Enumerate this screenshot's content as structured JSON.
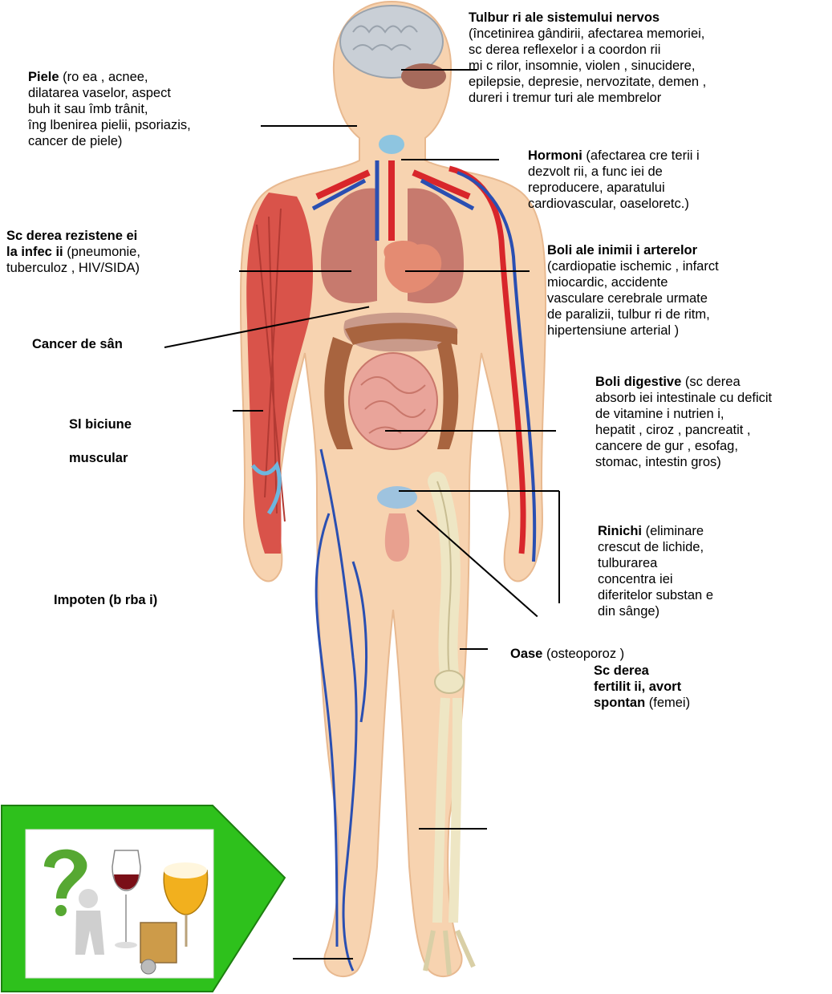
{
  "labels": {
    "nervous": {
      "title": "Tulbur   ri ale sistemului nervos",
      "lines": [
        "(încetinirea gândirii, afectarea memoriei,",
        "sc   derea reflexelor   i a coordon   rii",
        "mi  c   rilor, insomnie, violen   , sinucidere,",
        "epilepsie, depresie, nervozitate, demen   ,",
        "dureri   i tremur   turi ale membrelor"
      ]
    },
    "skin": {
      "title": "Piele",
      "first_rest": " (ro  ea   , acnee,",
      "lines": [
        "dilatarea vaselor,  aspect",
        "buh  it sau îmb  trânit,",
        "îng  lbenirea pielii, psoriazis,",
        "cancer de piele)"
      ]
    },
    "hormones": {
      "title": "Hormoni",
      "first_rest": " (afectarea cre  terii   i",
      "lines": [
        "dezvolt   rii, a func  iei de",
        "reproducere, aparatului",
        "cardiovascular, oaseloretc.)"
      ]
    },
    "immunity": {
      "title_line1": "Sc   derea rezistene ei",
      "title_line2": "la infec  ii",
      "rest_line2": " (pneumonie,",
      "line3": "tuberculoz   , HIV/SIDA)"
    },
    "heart": {
      "title": "Boli ale inimii   i arterelor",
      "lines": [
        "(cardiopatie ischemic   , infarct",
        "miocardic, accidente",
        "vasculare cerebrale urmate",
        "de paralizii, tulbur   ri de ritm,",
        "hipertensiune arterial   )"
      ]
    },
    "breast": {
      "title": "Cancer de sân"
    },
    "digestive": {
      "title": "Boli digestive",
      "first_rest": " (sc   derea",
      "lines": [
        "absorb  iei intestinale cu deficit",
        "de vitamine    i nutrien  i,",
        "hepatit   , ciroz   , pancreatit   ,",
        "cancere de gur   , esofag,",
        "stomac, intestin gros)"
      ]
    },
    "muscle": {
      "line1": "Sl   biciune",
      "line2": "muscular"
    },
    "kidney": {
      "title": "Rinichi",
      "first_rest": " (eliminare",
      "lines": [
        "crescut    de lichide,",
        "tulburarea",
        "concentra  iei",
        "diferitelor substan  e",
        "din sânge)"
      ]
    },
    "impotence": {
      "title": "Impoten    (b   rba  i)"
    },
    "fertility": {
      "line1": "Sc   derea",
      "line2": "fertilit   ii, avort",
      "line3_bold": "spontan",
      "line3_rest": " (femei)"
    },
    "bones": {
      "title": "Oase",
      "rest": " (osteoporoz   )"
    }
  },
  "colors": {
    "skin": "#f7d3b0",
    "muscle": "#d9534a",
    "artery": "#d8262b",
    "vein": "#2a4fb2",
    "organ": "#c77a6e",
    "intestine": "#a8643f",
    "bone": "#eee6c4",
    "green": "#2ec11c"
  },
  "icons": [
    "brain-icon",
    "lungs-icon",
    "heart-icon",
    "intestine-icon",
    "skeleton-icon",
    "alcohol-drinks-icon",
    "question-figure-icon"
  ]
}
